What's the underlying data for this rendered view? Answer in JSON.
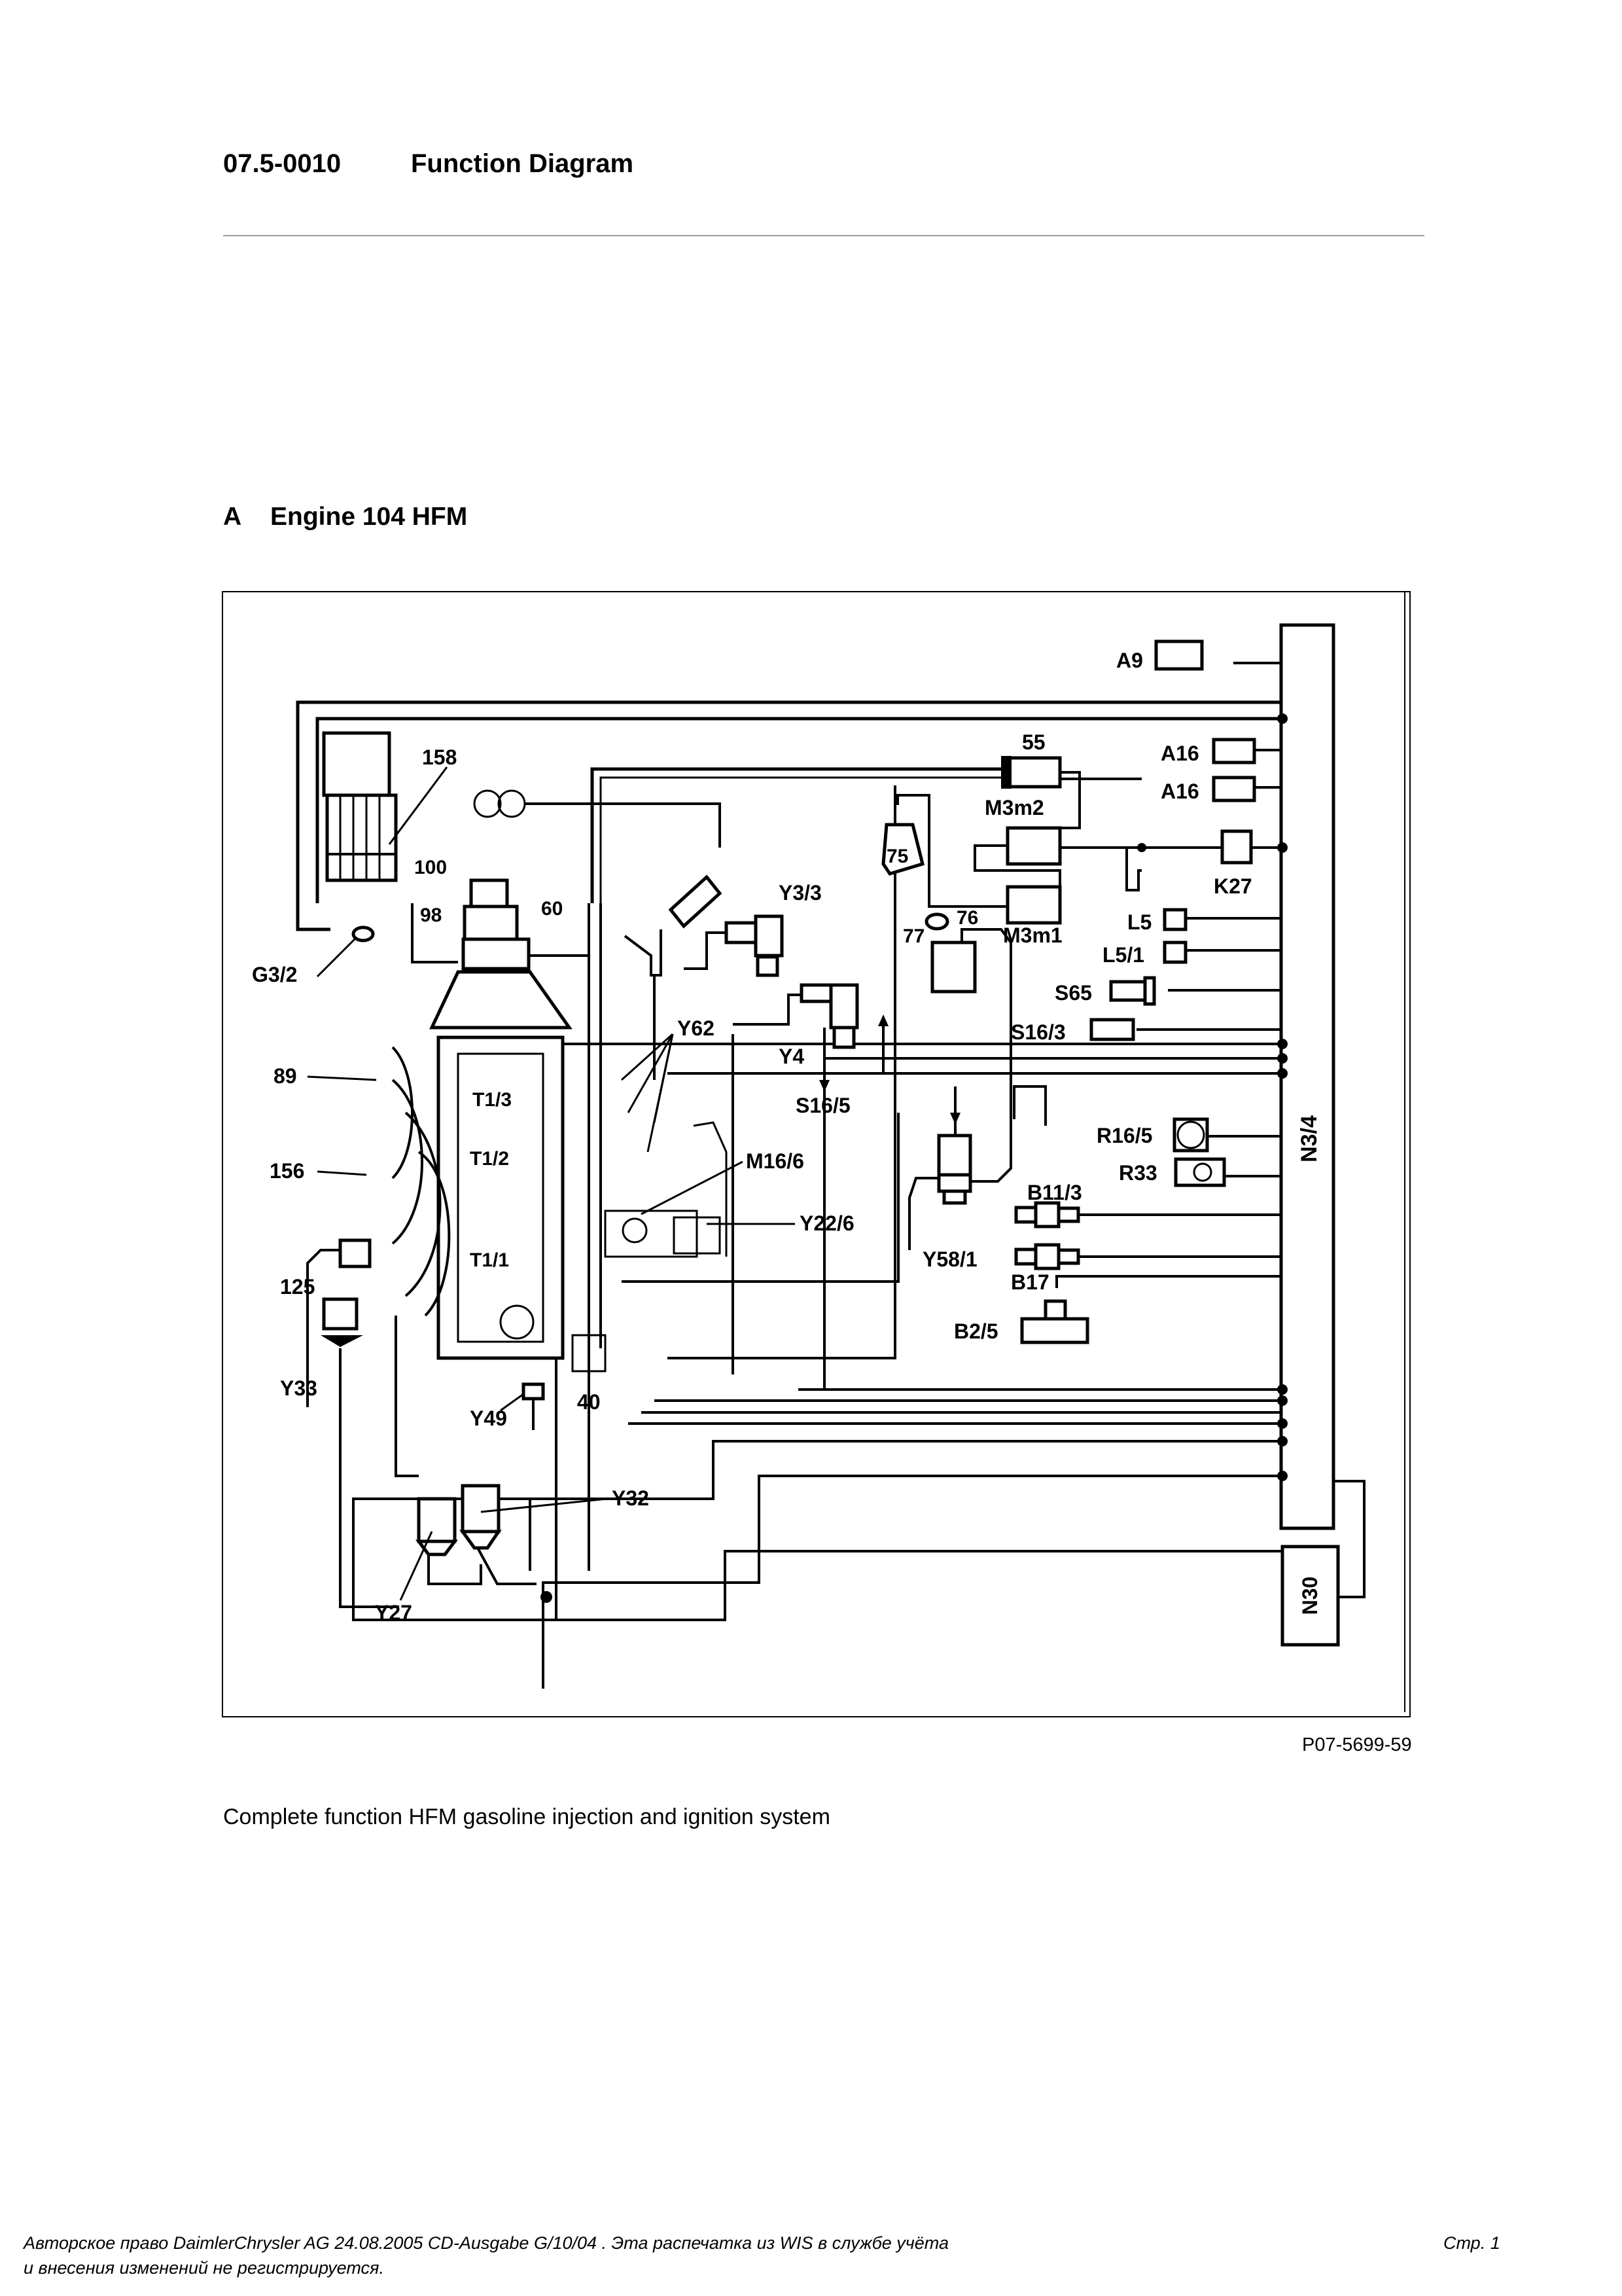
{
  "header": {
    "doc_number": "07.5-0010",
    "title": "Function Diagram"
  },
  "section": {
    "letter": "A",
    "title": "Engine 104 HFM"
  },
  "figure": {
    "reference": "P07-5699-59",
    "caption": "Complete function HFM gasoline injection and ignition system",
    "components": {
      "A9": "A9",
      "A16a": "A16",
      "A16b": "A16",
      "K27": "K27",
      "L5": "L5",
      "L5_1": "L5/1",
      "S65": "S65",
      "S16_3": "S16/3",
      "N3_4": "N3/4",
      "R16_5": "R16/5",
      "R33": "R33",
      "B11_3": "B11/3",
      "B17": "B17",
      "B2_5": "B2/5",
      "N30": "N30",
      "c55": "55",
      "M3m2": "M3m2",
      "M3m1": "M3m1",
      "c75": "75",
      "c76": "76",
      "c77": "77",
      "Y3_3": "Y3/3",
      "Y4": "Y4",
      "S16_5": "S16/5",
      "Y62": "Y62",
      "M16_6": "M16/6",
      "Y22_6": "Y22/6",
      "Y58_1": "Y58/1",
      "c158": "158",
      "c100": "100",
      "c98": "98",
      "c60": "60",
      "G3_2": "G3/2",
      "c89": "89",
      "c156": "156",
      "c125": "125",
      "Y33": "Y33",
      "T1_3": "T1/3",
      "T1_2": "T1/2",
      "T1_1": "T1/1",
      "Y49": "Y49",
      "c40": "40",
      "Y32": "Y32",
      "Y27": "Y27"
    }
  },
  "footer": {
    "line1": "Авторское право DaimlerChrysler AG  24.08.2005 CD-Ausgabe G/10/04 . Эта распечатка из WIS в службе учёта",
    "line2": "и внесения изменений не регистрируется.",
    "page": "Стр. 1"
  }
}
